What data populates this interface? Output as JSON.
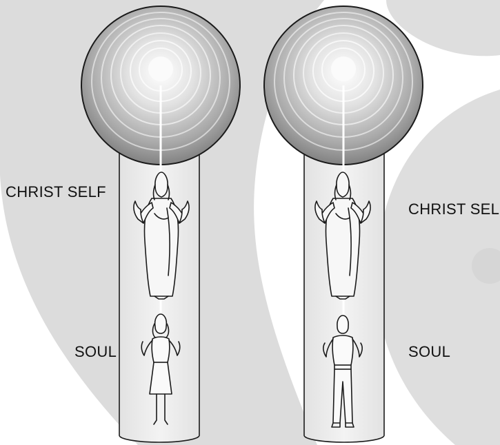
{
  "labels": {
    "christ_self_left": "CHRIST SELF",
    "soul_left": "SOUL",
    "christ_self_right": "CHRIST SELF",
    "soul_right": "SOUL"
  },
  "colors": {
    "background_swirl": "#dcdcdc",
    "tube_fill": "#eeeeee",
    "outline": "#1a1a1a",
    "ray": "#ffffff",
    "text": "#111111"
  },
  "icons": {
    "presence_sphere": "concentric-rings-sphere",
    "christ_figure": "robed-figure-arms-raised",
    "soul_female": "female-figure-arms-raised",
    "soul_male": "male-figure-arms-raised"
  }
}
